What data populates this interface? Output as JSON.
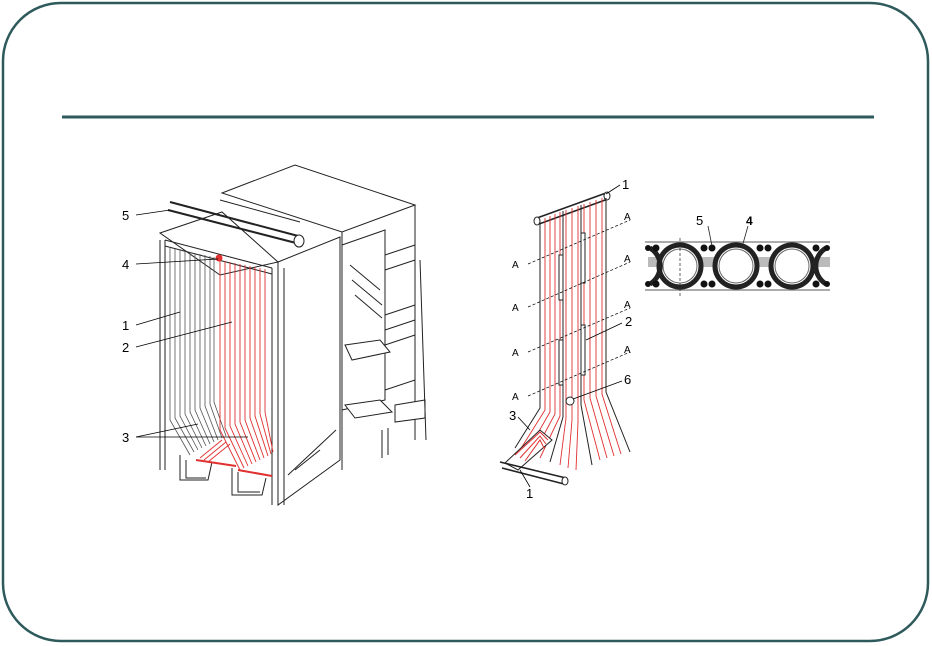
{
  "colors": {
    "frame": "#2e5a5c",
    "rule": "#2e5a5c",
    "tubes_red": "#e03030",
    "line": "#222222"
  },
  "left_figure": {
    "callouts": [
      "5",
      "4",
      "1",
      "2",
      "3"
    ]
  },
  "middle_figure": {
    "callouts": {
      "top": "1",
      "right_a": "2",
      "right_b": "6",
      "left": "3",
      "bottom": "1"
    },
    "section_marks": [
      "A",
      "A",
      "A",
      "A",
      "A",
      "A",
      "A",
      "A"
    ]
  },
  "cross_section": {
    "callouts": [
      "5",
      "4"
    ]
  }
}
